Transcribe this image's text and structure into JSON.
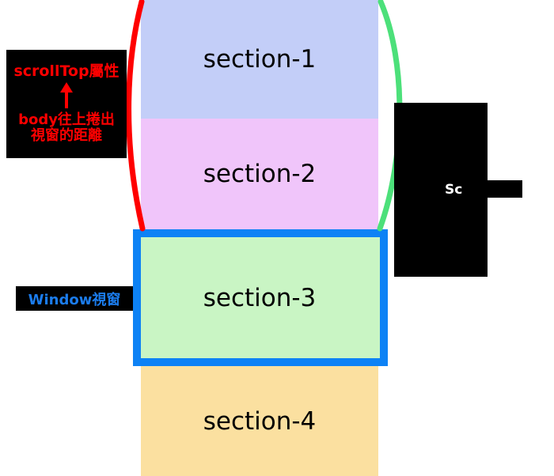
{
  "diagram": {
    "title": "scrollTop / Window viewport scrolling diagram",
    "colors": {
      "section_1": "#c3cef8",
      "section_2": "#f0c5fa",
      "section_3": "#c9f5c4",
      "section_4": "#fbe0a0",
      "window_border": "#0d82f5",
      "left_brace": "#ff0000",
      "right_brace": "#4ce07a",
      "callout_background": "#000000",
      "scrolltop_text": "#ff0000",
      "window_text": "#1b7ced",
      "scrollheight_text": "#ffffff"
    }
  },
  "sections": [
    {
      "label": "section-1",
      "color": "#c3cef8"
    },
    {
      "label": "section-2",
      "color": "#f0c5fa"
    },
    {
      "label": "section-3",
      "color": "#c9f5c4"
    },
    {
      "label": "section-4",
      "color": "#fbe0a0"
    }
  ],
  "callouts": {
    "scroll_top": {
      "line1": "scrollTop屬性",
      "line2": "body往上捲出",
      "line3": "視窗的距離",
      "arrow": "up-arrow"
    },
    "window": {
      "label": "Window視窗"
    },
    "scroll_height": {
      "label": "Sc"
    }
  }
}
